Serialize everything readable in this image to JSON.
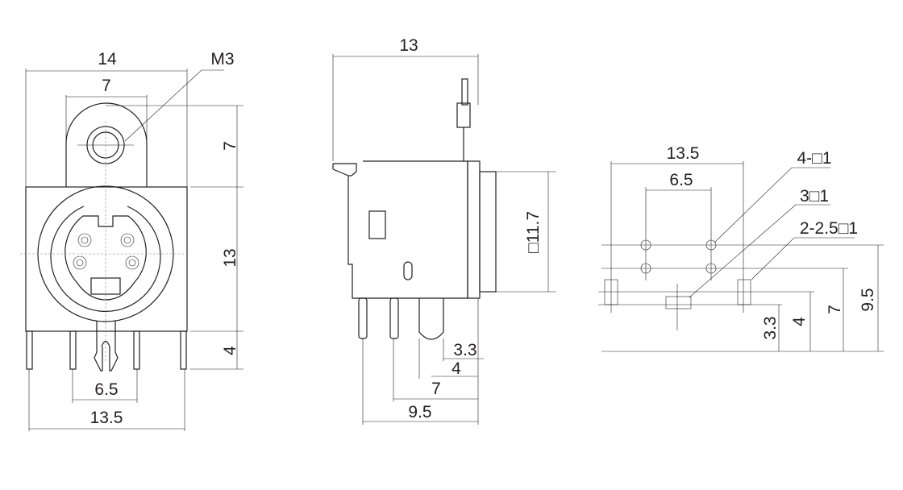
{
  "front_view": {
    "width_top": "14",
    "tab_width": "7",
    "thread": "M3",
    "tab_height": "7",
    "body_height": "13",
    "pin_length": "4",
    "inner_pin_spacing": "6.5",
    "outer_pin_spacing": "13.5"
  },
  "side_view": {
    "depth": "13",
    "face_size": "□11.7",
    "dim_3_3": "3.3",
    "dim_4": "4",
    "dim_7": "7",
    "dim_9_5": "9.5"
  },
  "pcb_layout": {
    "outer_spacing": "13.5",
    "inner_spacing": "6.5",
    "hole_note_1": "4-□1",
    "hole_note_2": "3□1",
    "hole_note_3": "2-2.5□1",
    "dim_3_3": "3.3",
    "dim_4": "4",
    "dim_7": "7",
    "dim_9_5": "9.5"
  }
}
